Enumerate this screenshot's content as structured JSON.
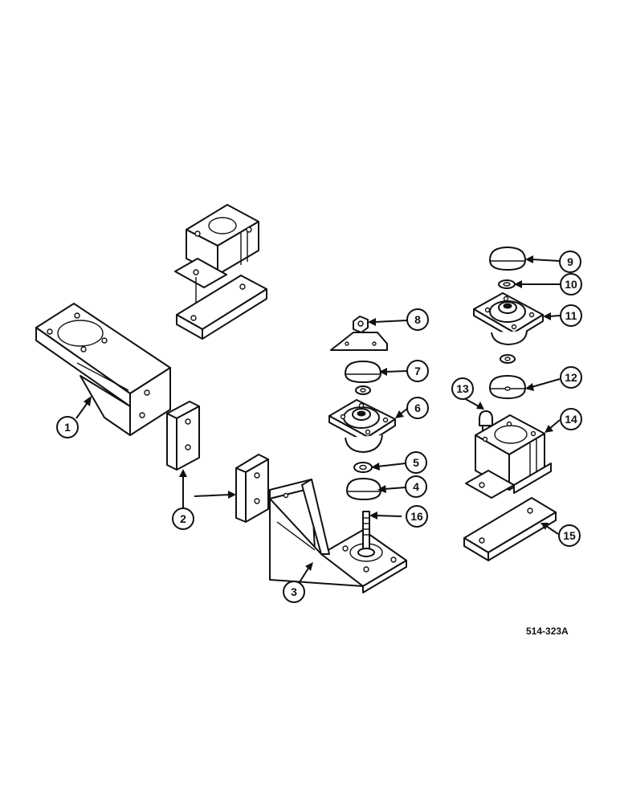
{
  "drawing": {
    "reference_code": "514-323A",
    "callouts": [
      {
        "id": "c1",
        "label": "1"
      },
      {
        "id": "c2",
        "label": "2"
      },
      {
        "id": "c3",
        "label": "3"
      },
      {
        "id": "c4",
        "label": "4"
      },
      {
        "id": "c5",
        "label": "5"
      },
      {
        "id": "c6",
        "label": "6"
      },
      {
        "id": "c7",
        "label": "7"
      },
      {
        "id": "c8",
        "label": "8"
      },
      {
        "id": "c9",
        "label": "9"
      },
      {
        "id": "c10",
        "label": "10"
      },
      {
        "id": "c11",
        "label": "11"
      },
      {
        "id": "c12",
        "label": "12"
      },
      {
        "id": "c13",
        "label": "13"
      },
      {
        "id": "c14",
        "label": "14"
      },
      {
        "id": "c15",
        "label": "15"
      },
      {
        "id": "c16",
        "label": "16"
      }
    ]
  }
}
